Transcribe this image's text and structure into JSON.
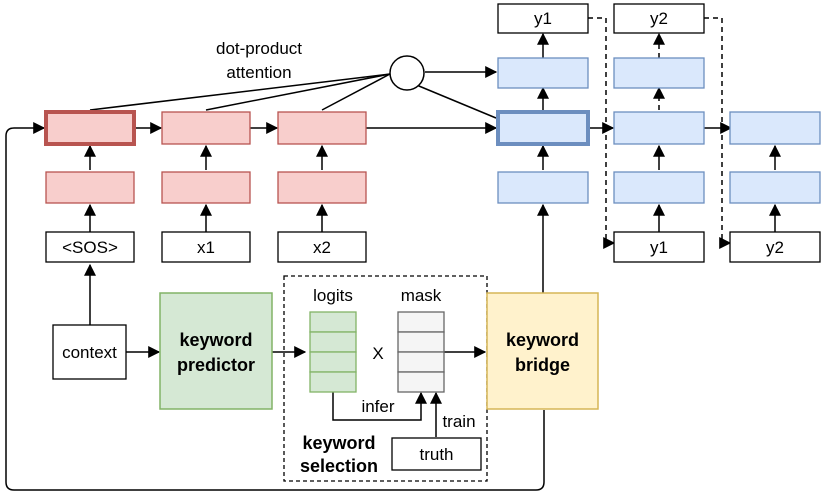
{
  "colors": {
    "red_fill": "#f8cecc",
    "red_stroke": "#b85450",
    "blue_fill": "#dae8fc",
    "blue_stroke": "#6c8ebf",
    "green_fill": "#d5e8d4",
    "green_stroke": "#82b366",
    "yellow_fill": "#fff2cc",
    "yellow_stroke": "#d6b656",
    "gray_fill": "#f5f5f5",
    "gray_stroke": "#666666"
  },
  "labels": {
    "attention_line1": "dot-product",
    "attention_line2": "attention",
    "sos": "<SOS>",
    "x1": "x1",
    "x2": "x2",
    "context": "context",
    "predictor_line1": "keyword",
    "predictor_line2": "predictor",
    "logits": "logits",
    "mask": "mask",
    "times": "X",
    "infer": "infer",
    "train": "train",
    "truth": "truth",
    "selection_line1": "keyword",
    "selection_line2": "selection",
    "bridge_line1": "keyword",
    "bridge_line2": "bridge",
    "out_y1": "y1",
    "out_y2": "y2",
    "in_y1": "y1",
    "in_y2": "y2"
  }
}
